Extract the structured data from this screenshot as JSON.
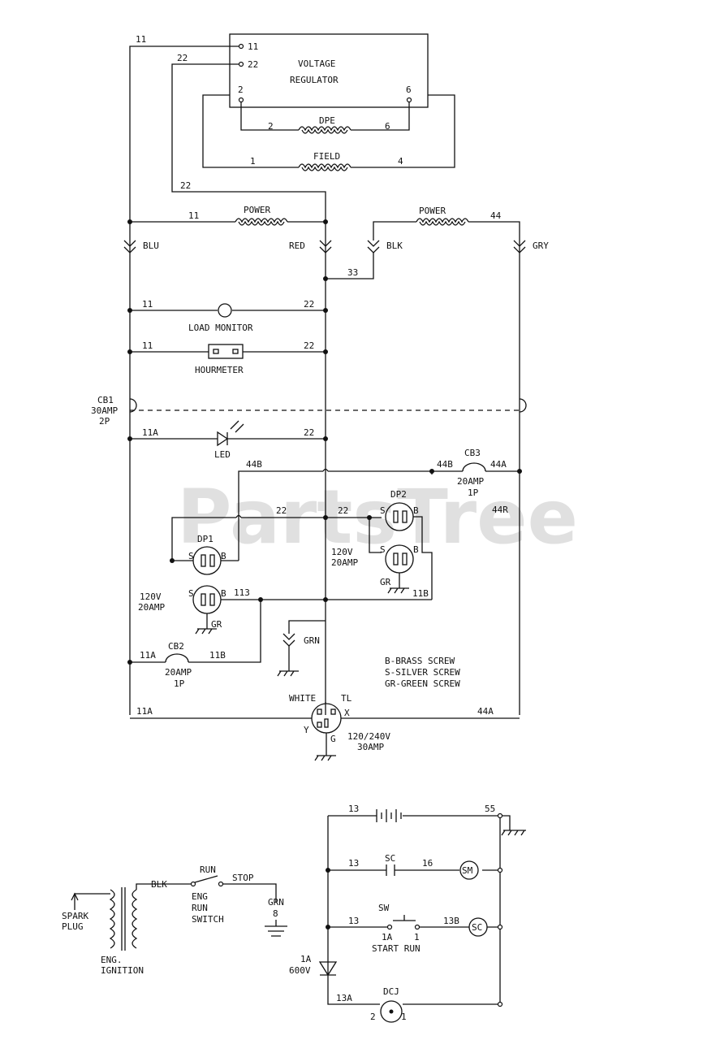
{
  "watermark": "PartsTree",
  "regulator": {
    "line1": "VOLTAGE",
    "line2": "REGULATOR",
    "t11": "11",
    "t22": "22",
    "t2": "2",
    "t6": "6"
  },
  "dpe": {
    "label": "DPE",
    "left": "2",
    "right": "6"
  },
  "field": {
    "label": "FIELD",
    "left": "1",
    "right": "4"
  },
  "wires": {
    "w11_top": "11",
    "w22_top": "22",
    "w22_mid": "22",
    "w11_power": "11",
    "w44": "44",
    "w33": "33",
    "lm_11": "11",
    "lm_22": "22",
    "hm_11": "11",
    "hm_22": "22",
    "led_11a": "11A",
    "led_22": "22",
    "w44b_left": "44B",
    "w44b_right": "44B",
    "w44a_cb3": "44A",
    "w44r": "44R",
    "dp1_22": "22",
    "dp2_22": "22",
    "w11b_dp2": "11B",
    "w113": "113",
    "cb2_11a": "11A",
    "cb2_11b": "11B",
    "bot_11a": "11A",
    "bot_44a": "44A"
  },
  "power1": {
    "label": "POWER"
  },
  "power2": {
    "label": "POWER"
  },
  "connectors": {
    "blu": "BLU",
    "red": "RED",
    "blk": "BLK",
    "gry": "GRY",
    "grn": "GRN"
  },
  "load_monitor": "LOAD MONITOR",
  "hourmeter": "HOURMETER",
  "cb1": {
    "line1": "CB1",
    "line2": "30AMP",
    "line3": "2P"
  },
  "led": "LED",
  "cb3": {
    "name": "CB3",
    "rating": "20AMP",
    "pole": "1P"
  },
  "cb2": {
    "name": "CB2",
    "rating": "20AMP",
    "pole": "1P"
  },
  "dp1": {
    "name": "DP1",
    "s": "S",
    "b": "B",
    "rating1": "120V",
    "rating2": "20AMP",
    "gr": "GR"
  },
  "dp2": {
    "name": "DP2",
    "s": "S",
    "b": "B",
    "rating1": "120V",
    "rating2": "20AMP",
    "gr": "GR"
  },
  "legend": {
    "l1": "B-BRASS SCREW",
    "l2": "S-SILVER SCREW",
    "l3": "GR-GREEN SCREW"
  },
  "twist": {
    "white": "WHITE",
    "tl": "TL",
    "x": "X",
    "y": "Y",
    "g": "G",
    "rating1": "120/240V",
    "rating2": "30AMP"
  },
  "ignition": {
    "spark1": "SPARK",
    "spark2": "PLUG",
    "blk": "BLK",
    "run": "RUN",
    "stop": "STOP",
    "sw1": "ENG",
    "sw2": "RUN",
    "sw3": "SWITCH",
    "grn": "GRN",
    "grn_term": "8",
    "ign1": "ENG.",
    "ign2": "IGNITION"
  },
  "start": {
    "w13_batt": "13",
    "w55": "55",
    "w13_sc": "13",
    "sc": "SC",
    "w16": "16",
    "sm": "SM",
    "sw": "SW",
    "w13_sw": "13",
    "w1a": "1A",
    "w1": "1",
    "w13b": "13B",
    "sc_coil": "SC",
    "start_run": "START RUN",
    "diode1": "1A",
    "diode2": "600V",
    "w13a": "13A",
    "dcj": "DCJ",
    "dcj2": "2",
    "dcj1": "1"
  }
}
